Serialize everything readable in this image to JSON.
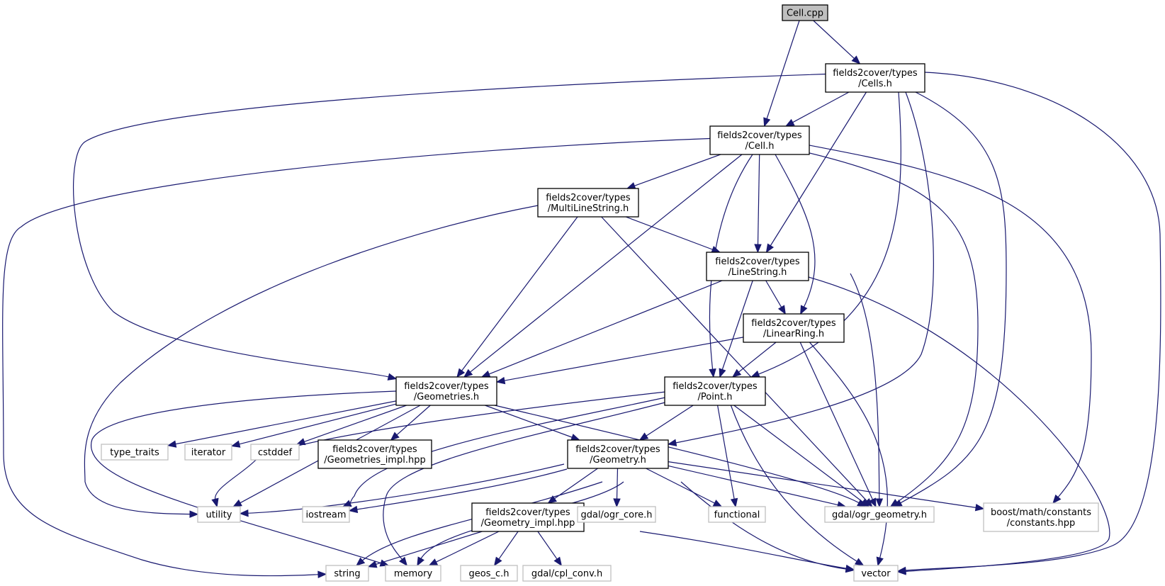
{
  "diagram": {
    "title": "Cell.cpp include dependency graph",
    "colors": {
      "edge": "#191970",
      "root_fill": "#bfbfbf",
      "project_border": "#000000",
      "external_border": "#bfbfbf"
    },
    "nodes": [
      {
        "id": "cell_cpp",
        "kind": "root",
        "lines": [
          "Cell.cpp"
        ]
      },
      {
        "id": "cells_h",
        "kind": "project",
        "lines": [
          "fields2cover/types",
          "/Cells.h"
        ]
      },
      {
        "id": "cell_h",
        "kind": "project",
        "lines": [
          "fields2cover/types",
          "/Cell.h"
        ]
      },
      {
        "id": "multilinestring_h",
        "kind": "project",
        "lines": [
          "fields2cover/types",
          "/MultiLineString.h"
        ]
      },
      {
        "id": "linestring_h",
        "kind": "project",
        "lines": [
          "fields2cover/types",
          "/LineString.h"
        ]
      },
      {
        "id": "linearring_h",
        "kind": "project",
        "lines": [
          "fields2cover/types",
          "/LinearRing.h"
        ]
      },
      {
        "id": "geometries_h",
        "kind": "project",
        "lines": [
          "fields2cover/types",
          "/Geometries.h"
        ]
      },
      {
        "id": "point_h",
        "kind": "project",
        "lines": [
          "fields2cover/types",
          "/Point.h"
        ]
      },
      {
        "id": "geometries_impl_hpp",
        "kind": "project",
        "lines": [
          "fields2cover/types",
          "/Geometries_impl.hpp"
        ]
      },
      {
        "id": "geometry_h",
        "kind": "project",
        "lines": [
          "fields2cover/types",
          "/Geometry.h"
        ]
      },
      {
        "id": "geometry_impl_hpp",
        "kind": "project",
        "lines": [
          "fields2cover/types",
          "/Geometry_impl.hpp"
        ]
      },
      {
        "id": "type_traits",
        "kind": "external",
        "lines": [
          "type_traits"
        ]
      },
      {
        "id": "iterator",
        "kind": "external",
        "lines": [
          "iterator"
        ]
      },
      {
        "id": "cstddef",
        "kind": "external",
        "lines": [
          "cstddef"
        ]
      },
      {
        "id": "utility",
        "kind": "external",
        "lines": [
          "utility"
        ]
      },
      {
        "id": "iostream",
        "kind": "external",
        "lines": [
          "iostream"
        ]
      },
      {
        "id": "gdal_ogr_core_h",
        "kind": "external",
        "lines": [
          "gdal/ogr_core.h"
        ]
      },
      {
        "id": "functional",
        "kind": "external",
        "lines": [
          "functional"
        ]
      },
      {
        "id": "gdal_ogr_geometry_h",
        "kind": "external",
        "lines": [
          "gdal/ogr_geometry.h"
        ]
      },
      {
        "id": "boost_constants_hpp",
        "kind": "external",
        "lines": [
          "boost/math/constants",
          "/constants.hpp"
        ]
      },
      {
        "id": "string",
        "kind": "external",
        "lines": [
          "string"
        ]
      },
      {
        "id": "memory",
        "kind": "external",
        "lines": [
          "memory"
        ]
      },
      {
        "id": "geos_c_h",
        "kind": "external",
        "lines": [
          "geos_c.h"
        ]
      },
      {
        "id": "gdal_cpl_conv_h",
        "kind": "external",
        "lines": [
          "gdal/cpl_conv.h"
        ]
      },
      {
        "id": "vector",
        "kind": "external",
        "lines": [
          "vector"
        ]
      }
    ],
    "edges": [
      [
        "cell_cpp",
        "cells_h"
      ],
      [
        "cell_cpp",
        "cell_h"
      ],
      [
        "cells_h",
        "cell_h"
      ],
      [
        "cells_h",
        "geometries_h"
      ],
      [
        "cells_h",
        "linestring_h"
      ],
      [
        "cells_h",
        "point_h"
      ],
      [
        "cells_h",
        "geometry_h"
      ],
      [
        "cells_h",
        "gdal_ogr_geometry_h"
      ],
      [
        "cells_h",
        "vector"
      ],
      [
        "cell_h",
        "multilinestring_h"
      ],
      [
        "cell_h",
        "geometries_h"
      ],
      [
        "cell_h",
        "linestring_h"
      ],
      [
        "cell_h",
        "linearring_h"
      ],
      [
        "cell_h",
        "point_h"
      ],
      [
        "cell_h",
        "gdal_ogr_geometry_h"
      ],
      [
        "cell_h",
        "boost_constants_hpp"
      ],
      [
        "cell_h",
        "string"
      ],
      [
        "multilinestring_h",
        "linestring_h"
      ],
      [
        "multilinestring_h",
        "geometries_h"
      ],
      [
        "multilinestring_h",
        "gdal_ogr_geometry_h"
      ],
      [
        "multilinestring_h",
        "utility"
      ],
      [
        "linestring_h",
        "linearring_h"
      ],
      [
        "linestring_h",
        "geometries_h"
      ],
      [
        "linestring_h",
        "point_h"
      ],
      [
        "linestring_h",
        "gdal_ogr_geometry_h"
      ],
      [
        "linestring_h",
        "vector"
      ],
      [
        "linearring_h",
        "geometries_h"
      ],
      [
        "linearring_h",
        "point_h"
      ],
      [
        "linearring_h",
        "gdal_ogr_geometry_h"
      ],
      [
        "linearring_h",
        "vector"
      ],
      [
        "geometries_h",
        "geometry_h"
      ],
      [
        "geometries_h",
        "geometries_impl_hpp"
      ],
      [
        "geometries_h",
        "type_traits"
      ],
      [
        "geometries_h",
        "iterator"
      ],
      [
        "geometries_h",
        "cstddef"
      ],
      [
        "geometries_h",
        "memory"
      ],
      [
        "geometries_h",
        "gdal_ogr_geometry_h"
      ],
      [
        "geometries_h",
        "utility"
      ],
      [
        "point_h",
        "geometry_h"
      ],
      [
        "point_h",
        "functional"
      ],
      [
        "point_h",
        "gdal_ogr_geometry_h"
      ],
      [
        "point_h",
        "vector"
      ],
      [
        "point_h",
        "utility"
      ],
      [
        "point_h",
        "iostream"
      ],
      [
        "point_h",
        "memory"
      ],
      [
        "geometry_h",
        "geometry_impl_hpp"
      ],
      [
        "geometry_h",
        "gdal_ogr_core_h"
      ],
      [
        "geometry_h",
        "functional"
      ],
      [
        "geometry_h",
        "gdal_ogr_geometry_h"
      ],
      [
        "geometry_h",
        "boost_constants_hpp"
      ],
      [
        "geometry_h",
        "utility"
      ],
      [
        "geometry_h",
        "iostream"
      ],
      [
        "geometry_h",
        "string"
      ],
      [
        "geometry_h",
        "memory"
      ],
      [
        "geometry_h",
        "vector"
      ],
      [
        "geometry_impl_hpp",
        "string"
      ],
      [
        "geometry_impl_hpp",
        "memory"
      ],
      [
        "geometry_impl_hpp",
        "geos_c_h"
      ],
      [
        "geometry_impl_hpp",
        "gdal_cpl_conv_h"
      ],
      [
        "geometry_impl_hpp",
        "vector"
      ]
    ]
  }
}
